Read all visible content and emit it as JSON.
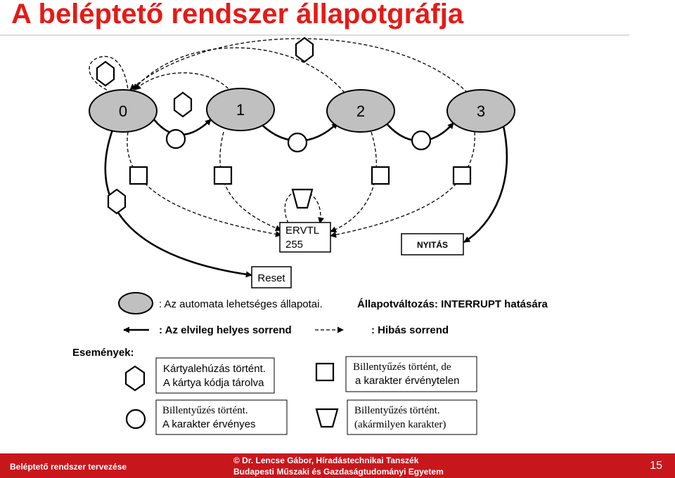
{
  "title": "A beléptető rendszer állapotgráfja",
  "states": [
    "0",
    "1",
    "2",
    "3"
  ],
  "boxes": {
    "ervtl_line1": "ERVTL",
    "ervtl_line2": "255",
    "nyitas": "NYITÁS",
    "reset": "Reset"
  },
  "legend": {
    "state_desc": ":  Az automata lehetséges állapotai.",
    "interrupt": "Állapotváltozás: INTERRUPT hatására",
    "correct": ": Az elvileg helyes sorrend",
    "wrong": ": Hibás sorrend",
    "events_label": "Események:",
    "hex_line1": "Kártyalehúzás történt.",
    "hex_line2": "A kártya kódja tárolva",
    "square_line1": "Billentyűzés történt, de",
    "square_line2": "a karakter érvénytelen",
    "circle_line1": "Billentyűzés történt.",
    "circle_line2": "A karakter érvényes",
    "trap_line1": "Billentyűzés történt.",
    "trap_line2": "(akármilyen karakter)"
  },
  "footer": {
    "left": "Beléptető rendszer tervezése",
    "center_line1": "©  Dr. Lencse Gábor, Híradástechnikai Tanszék",
    "center_line2": "Budapesti Műszaki és Gazdaságtudományi Egyetem",
    "page": "15"
  },
  "colors": {
    "title": "#e41b17",
    "state_fill": "#c0c0c0",
    "footer_bg": "#c8171c"
  }
}
